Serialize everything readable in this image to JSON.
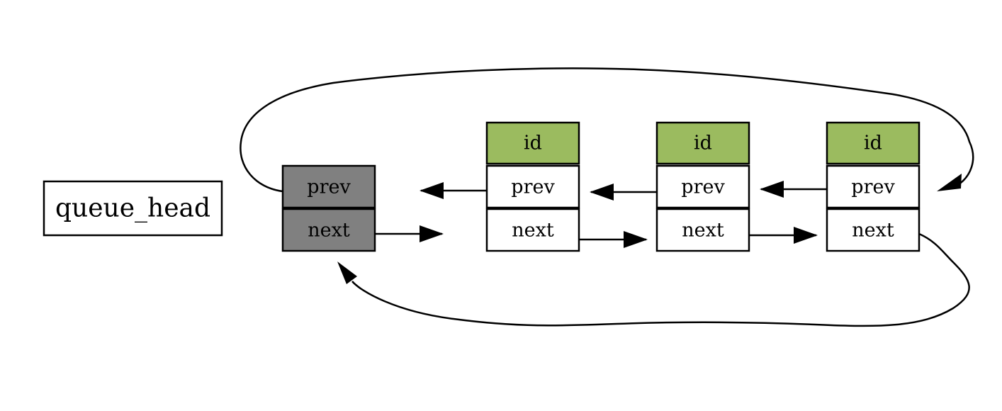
{
  "queue_head": {
    "label": "queue_head"
  },
  "sentinel": {
    "prev_label": "prev",
    "next_label": "next"
  },
  "nodes": [
    {
      "id_label": "id",
      "prev_label": "prev",
      "next_label": "next"
    },
    {
      "id_label": "id",
      "prev_label": "prev",
      "next_label": "next"
    },
    {
      "id_label": "id",
      "prev_label": "prev",
      "next_label": "next"
    }
  ],
  "colors": {
    "sentinel_fill": "#808080",
    "id_fill": "#9bbb5f",
    "cell_fill": "#ffffff",
    "stroke": "#000000"
  }
}
